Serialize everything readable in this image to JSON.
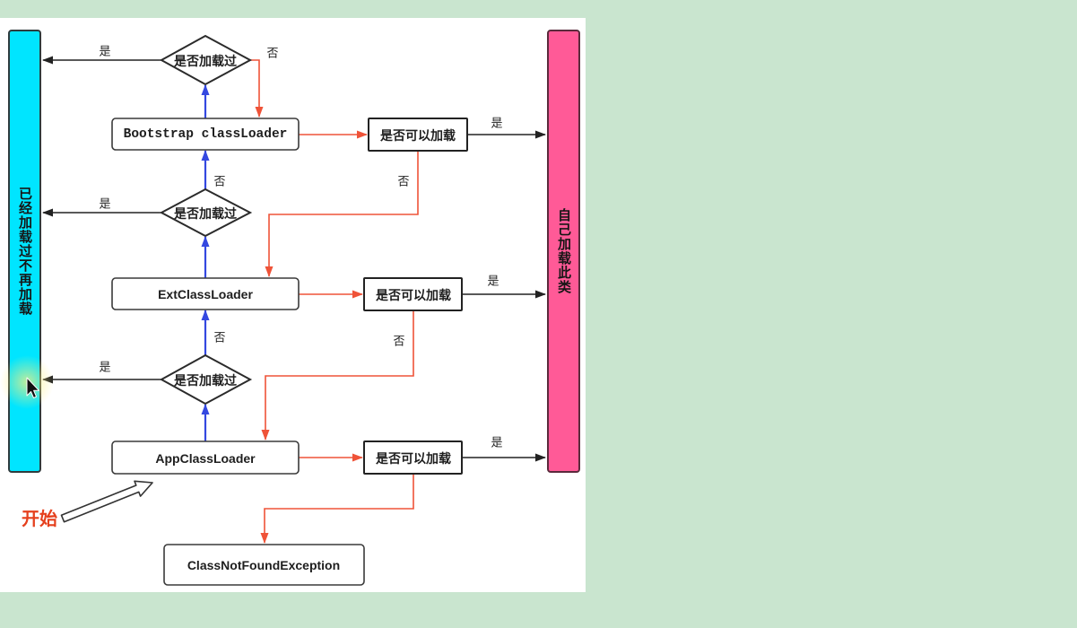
{
  "diagram": {
    "left_bar": {
      "label": "已经加载过不再加载"
    },
    "right_bar": {
      "label": "自己加载此类"
    },
    "levels": [
      {
        "loaded_check": "是否加载过",
        "loaded_yes": "是",
        "loaded_no": "否",
        "loader": "Bootstrap classLoader",
        "can_load": "是否可以加载",
        "can_load_yes": "是",
        "can_load_no": "否"
      },
      {
        "loaded_check": "是否加载过",
        "loaded_yes": "是",
        "loaded_no": "否",
        "loader": "ExtClassLoader",
        "can_load": "是否可以加载",
        "can_load_yes": "是",
        "can_load_no": "否"
      },
      {
        "loaded_check": "是否加载过",
        "loaded_yes": "是",
        "loaded_no": "否",
        "loader": "AppClassLoader",
        "can_load": "是否可以加载",
        "can_load_yes": "是"
      }
    ],
    "start_label": "开始",
    "final": "ClassNotFoundException"
  },
  "colors": {
    "background": "#c9e5cf",
    "panel": "#ffffff",
    "left_bar": "#00e5ff",
    "right_bar": "#ff5a97",
    "delegate_arrow": "#3448e0",
    "load_arrow": "#ef5338",
    "result_arrow": "#222222",
    "start_label": "#e5401d"
  },
  "icons": {
    "cursor": "mouse-cursor-icon",
    "start_arrow": "hollow-arrow-icon"
  }
}
